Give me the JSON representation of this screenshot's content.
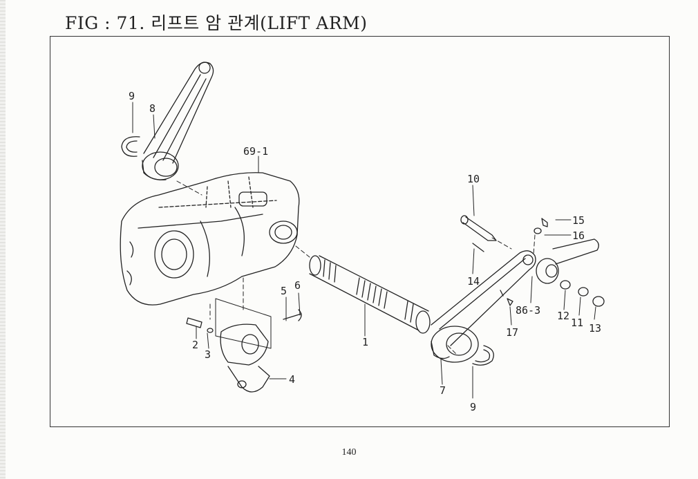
{
  "title": "FIG : 71. 리프트 암 관계(LIFT ARM)",
  "page_number": "140",
  "callouts": {
    "c1": "1",
    "c2": "2",
    "c3": "3",
    "c4": "4",
    "c5": "5",
    "c6": "6",
    "c7": "7",
    "c8": "8",
    "c9a": "9",
    "c9b": "9",
    "c10": "10",
    "c11": "11",
    "c12": "12",
    "c13": "13",
    "c14": "14",
    "c15": "15",
    "c16": "16",
    "c17": "17",
    "c69_1": "69-1",
    "c86_3": "86-3"
  }
}
